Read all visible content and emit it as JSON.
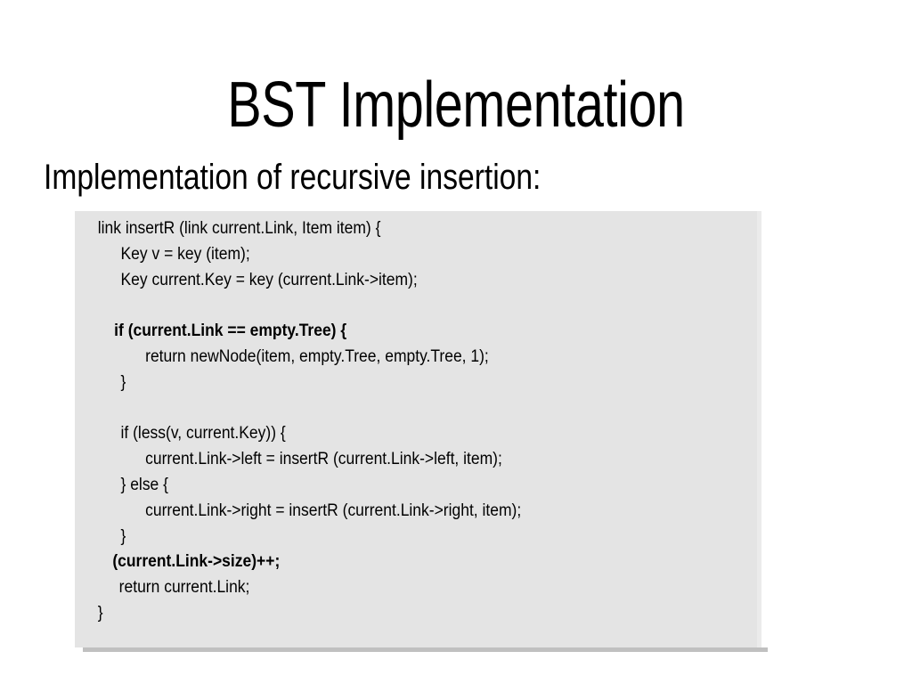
{
  "slide": {
    "title": "BST Implementation",
    "subtitle": "Implementation of recursive insertion:",
    "background_color": "#ffffff",
    "text_color": "#000000"
  },
  "code_panel": {
    "background_color": "#e4e4e4",
    "shadow_color": "#c0c0c0",
    "language": "c",
    "lines": [
      {
        "text": "link insertR (link current.Link, Item item) {",
        "indent": "ind0",
        "bold": false,
        "blank": false
      },
      {
        "text": "Key v = key (item);",
        "indent": "ind1",
        "bold": false,
        "blank": false
      },
      {
        "text": "Key current.Key = key (current.Link->item);",
        "indent": "ind1",
        "bold": false,
        "blank": false
      },
      {
        "text": " ",
        "indent": "ind0",
        "bold": false,
        "blank": true
      },
      {
        "text": "if (current.Link == empty.Tree) {",
        "indent": "ind-bold-if",
        "bold": true,
        "blank": false
      },
      {
        "text": "return newNode(item, empty.Tree, empty.Tree, 1);",
        "indent": "ind2",
        "bold": false,
        "blank": false
      },
      {
        "text": "}",
        "indent": "ind1",
        "bold": false,
        "blank": false
      },
      {
        "text": " ",
        "indent": "ind0",
        "bold": false,
        "blank": true
      },
      {
        "text": "if (less(v, current.Key)) {",
        "indent": "ind1",
        "bold": false,
        "blank": false
      },
      {
        "text": "current.Link->left = insertR (current.Link->left, item);",
        "indent": "ind2",
        "bold": false,
        "blank": false
      },
      {
        "text": "} else {",
        "indent": "ind1",
        "bold": false,
        "blank": false
      },
      {
        "text": "current.Link->right = insertR (current.Link->right, item);",
        "indent": "ind2",
        "bold": false,
        "blank": false
      },
      {
        "text": "}",
        "indent": "ind1",
        "bold": false,
        "blank": false
      },
      {
        "text": "(current.Link->size)++;",
        "indent": "ind-size",
        "bold": true,
        "blank": false
      },
      {
        "text": "return current.Link;",
        "indent": "ind-return-cl",
        "bold": false,
        "blank": false
      },
      {
        "text": "}",
        "indent": "ind0",
        "bold": false,
        "blank": false
      }
    ]
  }
}
